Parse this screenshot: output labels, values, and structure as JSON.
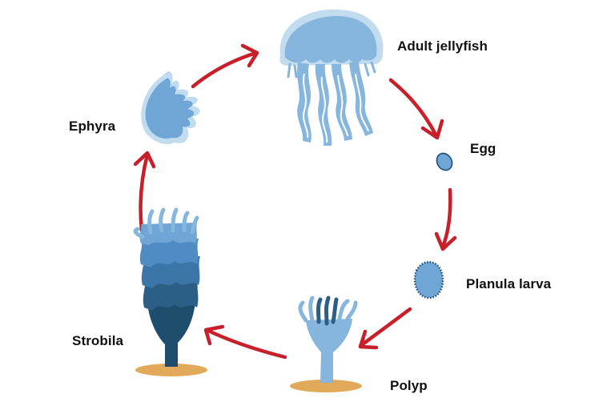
{
  "diagram": {
    "type": "life-cycle",
    "subject": "Jellyfish life cycle",
    "colors": {
      "arrow": "#c8202a",
      "light_blue": "#a8cbe6",
      "mid_blue": "#6fa6d6",
      "blue": "#4f8cc4",
      "dark_blue": "#2c5f85",
      "deep_blue": "#1f4d6e",
      "sand": "#e2a95a",
      "egg_outline": "#1f4d6e"
    },
    "stages": [
      {
        "id": "adult",
        "label": "Adult jellyfish",
        "icon": "adult-jellyfish-icon"
      },
      {
        "id": "egg",
        "label": "Egg",
        "icon": "egg-icon"
      },
      {
        "id": "planula",
        "label": "Planula larva",
        "icon": "planula-larva-icon"
      },
      {
        "id": "polyp",
        "label": "Polyp",
        "icon": "polyp-icon"
      },
      {
        "id": "strobila",
        "label": "Strobila",
        "icon": "strobila-icon"
      },
      {
        "id": "ephyra",
        "label": "Ephyra",
        "icon": "ephyra-icon"
      }
    ],
    "arrows": [
      {
        "from": "adult",
        "to": "egg"
      },
      {
        "from": "egg",
        "to": "planula"
      },
      {
        "from": "planula",
        "to": "polyp"
      },
      {
        "from": "polyp",
        "to": "strobila"
      },
      {
        "from": "strobila",
        "to": "ephyra"
      },
      {
        "from": "ephyra",
        "to": "adult"
      }
    ]
  }
}
